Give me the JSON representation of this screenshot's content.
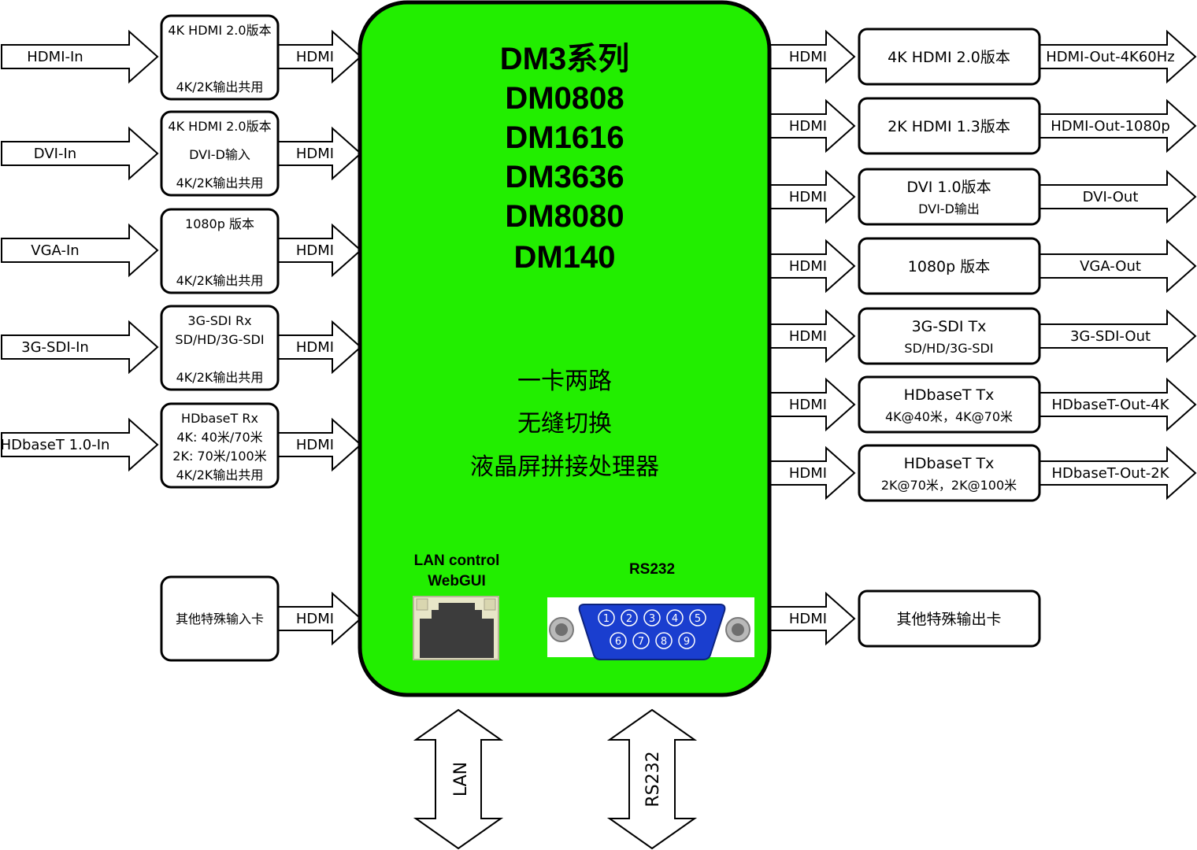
{
  "main": {
    "title_lines": [
      "DM3系列",
      "DM0808",
      "DM1616",
      "DM3636",
      "DM8080",
      "DM140"
    ],
    "features": [
      "一卡两路",
      "无缝切换",
      "液晶屏拼接处理器"
    ],
    "lan_label_1": "LAN control",
    "lan_label_2": "WebGUI",
    "rs232_label": "RS232",
    "db9_pins_top": [
      "1",
      "2",
      "3",
      "4",
      "5"
    ],
    "db9_pins_bottom": [
      "6",
      "7",
      "8",
      "9"
    ],
    "colors": {
      "main_fill": "#22ee00",
      "connector_blue": "#1a3ecf",
      "port_gray": "#3c3c3c"
    }
  },
  "inputs": [
    {
      "source": "HDMI-In",
      "card": [
        "4K HDMI 2.0版本",
        "",
        "4K/2K输出共用"
      ],
      "link": "HDMI"
    },
    {
      "source": "DVI-In",
      "card": [
        "4K HDMI 2.0版本",
        "DVI-D输入",
        "4K/2K输出共用"
      ],
      "link": "HDMI"
    },
    {
      "source": "VGA-In",
      "card": [
        "1080p 版本",
        "",
        "4K/2K输出共用"
      ],
      "link": "HDMI"
    },
    {
      "source": "3G-SDI-In",
      "card": [
        "3G-SDI Rx",
        "SD/HD/3G-SDI",
        "",
        "4K/2K输出共用"
      ],
      "link": "HDMI"
    },
    {
      "source": "HDbaseT 1.0-In",
      "card": [
        "HDbaseT Rx",
        "4K: 40米/70米",
        "2K: 70米/100米",
        "4K/2K输出共用"
      ],
      "link": "HDMI"
    },
    {
      "source": "",
      "card": [
        "其他特殊输入卡"
      ],
      "link": "HDMI"
    }
  ],
  "outputs": [
    {
      "link": "HDMI",
      "card": [
        "4K HDMI 2.0版本"
      ],
      "dest": "HDMI-Out-4K60Hz"
    },
    {
      "link": "HDMI",
      "card": [
        "2K HDMI 1.3版本"
      ],
      "dest": "HDMI-Out-1080p"
    },
    {
      "link": "HDMI",
      "card": [
        "DVI 1.0版本",
        "DVI-D输出"
      ],
      "dest": "DVI-Out"
    },
    {
      "link": "HDMI",
      "card": [
        "1080p 版本"
      ],
      "dest": "VGA-Out"
    },
    {
      "link": "HDMI",
      "card": [
        "3G-SDI Tx",
        "SD/HD/3G-SDI"
      ],
      "dest": "3G-SDI-Out"
    },
    {
      "link": "HDMI",
      "card": [
        "HDbaseT Tx",
        "4K@40米，4K@70米"
      ],
      "dest": "HDbaseT-Out-4K"
    },
    {
      "link": "HDMI",
      "card": [
        "HDbaseT Tx",
        "2K@70米，2K@100米"
      ],
      "dest": "HDbaseT-Out-2K"
    },
    {
      "link": "HDMI",
      "card": [
        "其他特殊输出卡"
      ],
      "dest": ""
    }
  ],
  "bottom": {
    "lan": "LAN",
    "rs232": "RS232"
  }
}
